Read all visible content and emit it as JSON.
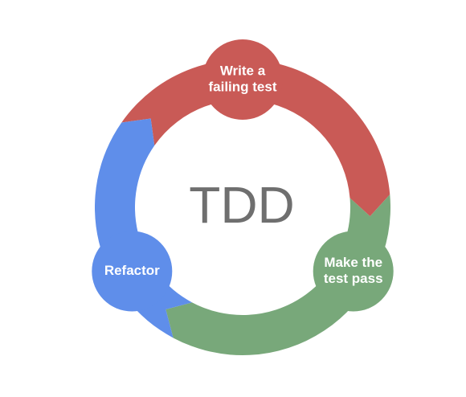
{
  "diagram": {
    "center_title": "TDD",
    "steps": [
      {
        "id": "write",
        "lines": [
          "Write a",
          "failing test"
        ],
        "color": "#c95a56"
      },
      {
        "id": "pass",
        "lines": [
          "Make the",
          "test pass"
        ],
        "color": "#78a87a"
      },
      {
        "id": "refactor",
        "lines": [
          "Refactor"
        ],
        "color": "#5f8eea"
      }
    ]
  }
}
